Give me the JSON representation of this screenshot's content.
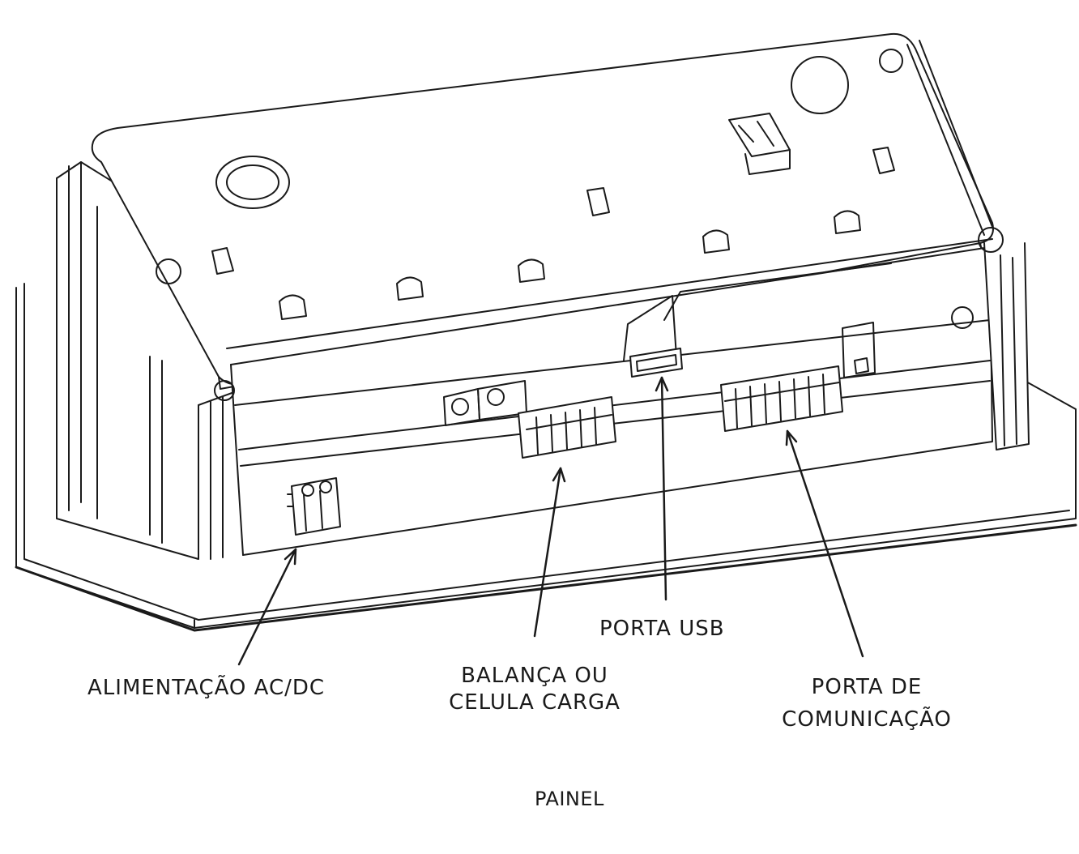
{
  "labels": {
    "power": "ALIMENTAÇÃO AC/DC",
    "scale_line1": "BALANÇA OU",
    "scale_line2": "CELULA CARGA",
    "usb": "PORTA USB",
    "comm_line1": "PORTA DE",
    "comm_line2": "COMUNICAÇÃO",
    "panel": "PAINEL"
  },
  "colors": {
    "ink": "#1a1a1a",
    "paper": "#ffffff",
    "shade": "#f2f2f2"
  }
}
